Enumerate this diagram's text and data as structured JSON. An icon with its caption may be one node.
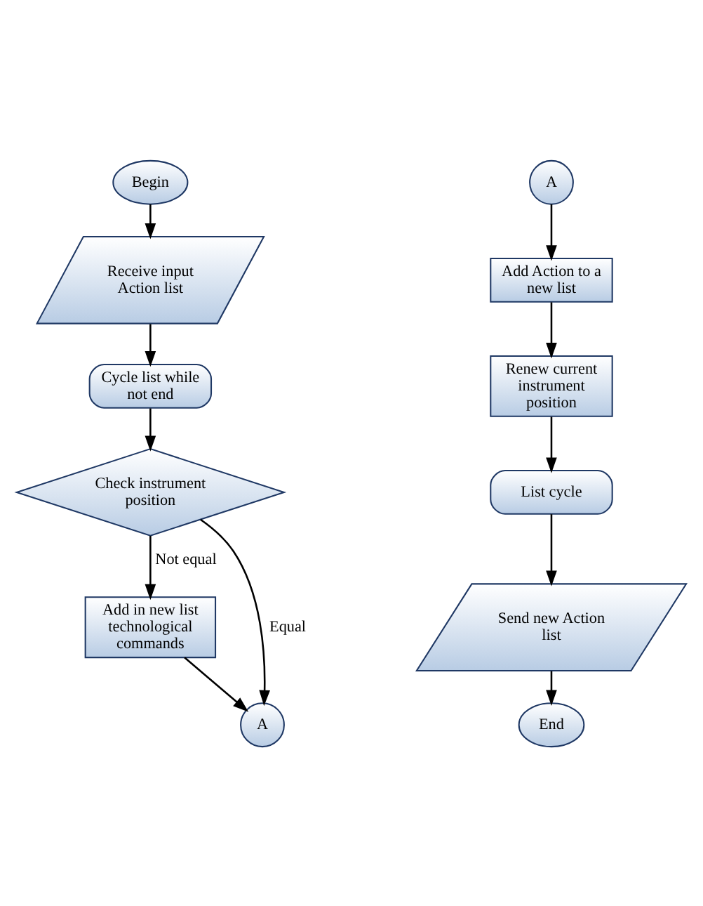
{
  "diagram": {
    "nodes": [
      {
        "text": [
          "Begin"
        ]
      },
      {
        "text": [
          "Receive input Action list"
        ]
      },
      {
        "text": [
          "Cycle list while not end"
        ]
      },
      {
        "text": [
          "Check instrument position"
        ]
      },
      {
        "text": [
          "Add in new list technological commands"
        ]
      },
      {
        "text": [
          "A"
        ]
      },
      {
        "text": [
          "A"
        ]
      },
      {
        "text": [
          "Add Action to a new list"
        ]
      },
      {
        "text": [
          "Renew current instrument position"
        ]
      },
      {
        "text": [
          "List cycle"
        ]
      },
      {
        "text": [
          "Send new Action list"
        ]
      },
      {
        "text": [
          "End"
        ]
      }
    ],
    "edges": [
      {
        "from": 0,
        "to": 1,
        "arrow": "to"
      },
      {
        "from": 1,
        "to": 2,
        "arrow": "to"
      },
      {
        "from": 2,
        "to": 3,
        "arrow": "to"
      },
      {
        "from": 3,
        "to": 4,
        "arrow": "to",
        "label": "Not equal"
      },
      {
        "from": 3,
        "to": 5,
        "arrow": "to",
        "label": "Equal"
      },
      {
        "from": 4,
        "to": 5,
        "arrow": "to"
      },
      {
        "from": 6,
        "to": 7,
        "arrow": "to"
      },
      {
        "from": 7,
        "to": 8,
        "arrow": "to"
      },
      {
        "from": 8,
        "to": 9,
        "arrow": "to"
      },
      {
        "from": 9,
        "to": 10,
        "arrow": "to"
      },
      {
        "from": 10,
        "to": 11,
        "arrow": "to"
      }
    ]
  }
}
